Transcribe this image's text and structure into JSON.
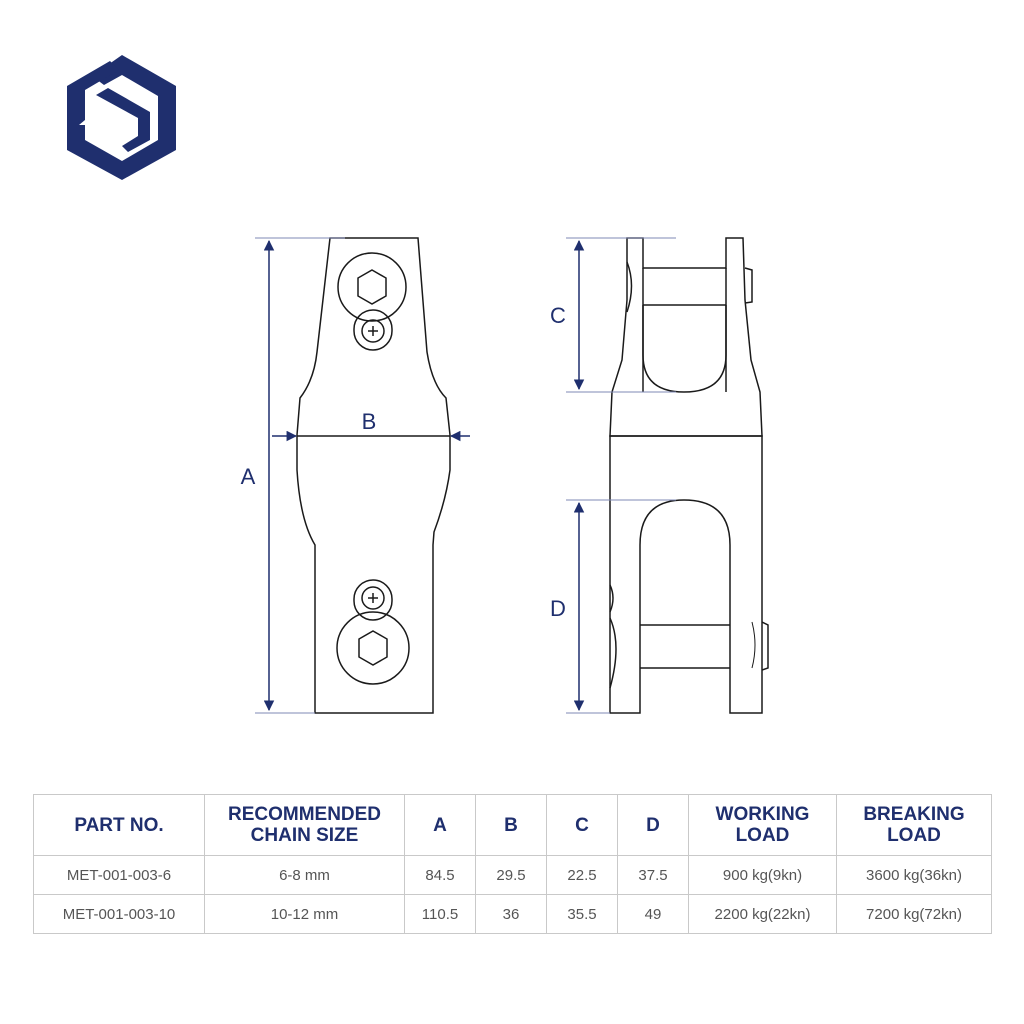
{
  "colors": {
    "brand": "#1f2f6e",
    "line": "#1a1a1a",
    "table_border": "#c9c9c9",
    "text": "#555555"
  },
  "logo": {
    "icon": "hexagon-s-logo-icon"
  },
  "dimensions": {
    "a": "A",
    "b": "B",
    "c": "C",
    "d": "D"
  },
  "table": {
    "headers": [
      [
        "PART NO."
      ],
      [
        "RECOMMENDED",
        "CHAIN SIZE"
      ],
      [
        "A"
      ],
      [
        "B"
      ],
      [
        "C"
      ],
      [
        "D"
      ],
      [
        "WORKING",
        "LOAD"
      ],
      [
        "BREAKING",
        "LOAD"
      ]
    ],
    "rows": [
      [
        "MET-001-003-6",
        "6-8 mm",
        "84.5",
        "29.5",
        "22.5",
        "37.5",
        "900 kg(9kn)",
        "3600 kg(36kn)"
      ],
      [
        "MET-001-003-10",
        "10-12 mm",
        "110.5",
        "36",
        "35.5",
        "49",
        "2200 kg(22kn)",
        "7200 kg(72kn)"
      ]
    ]
  }
}
